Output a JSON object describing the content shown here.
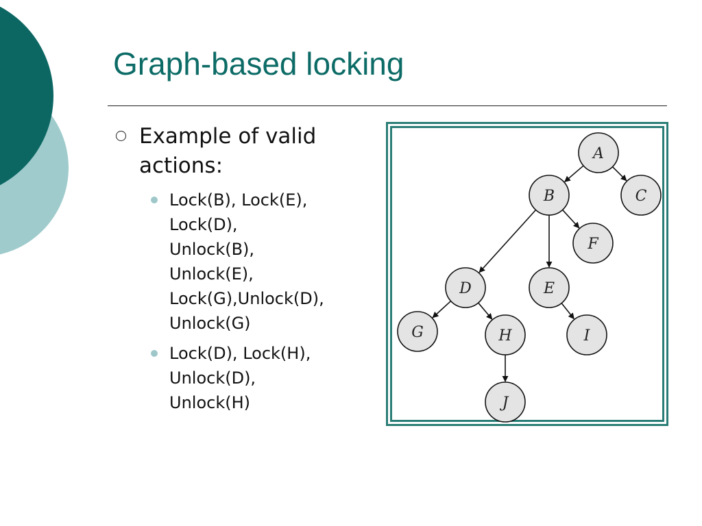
{
  "slide": {
    "title": "Graph-based locking",
    "bullet": {
      "text": "Example of valid actions:",
      "subitems": [
        "Lock(B), Lock(E),\nLock(D),\nUnlock(B),\nUnlock(E),\nLock(G),Unlock(D),\nUnlock(G)",
        "Lock(D), Lock(H),\nUnlock(D),\nUnlock(H)"
      ]
    }
  },
  "graph": {
    "nodes": [
      "A",
      "B",
      "C",
      "D",
      "E",
      "F",
      "G",
      "H",
      "I",
      "J"
    ],
    "edges": [
      [
        "A",
        "B"
      ],
      [
        "A",
        "C"
      ],
      [
        "B",
        "D"
      ],
      [
        "B",
        "E"
      ],
      [
        "B",
        "F"
      ],
      [
        "D",
        "G"
      ],
      [
        "D",
        "H"
      ],
      [
        "E",
        "I"
      ],
      [
        "H",
        "J"
      ]
    ]
  },
  "colors": {
    "title": "#0c6b66",
    "deco_dark": "#0c6763",
    "deco_light": "#9fcbcc",
    "frame": "#2a7d76",
    "node_fill": "#e4e4e4"
  }
}
